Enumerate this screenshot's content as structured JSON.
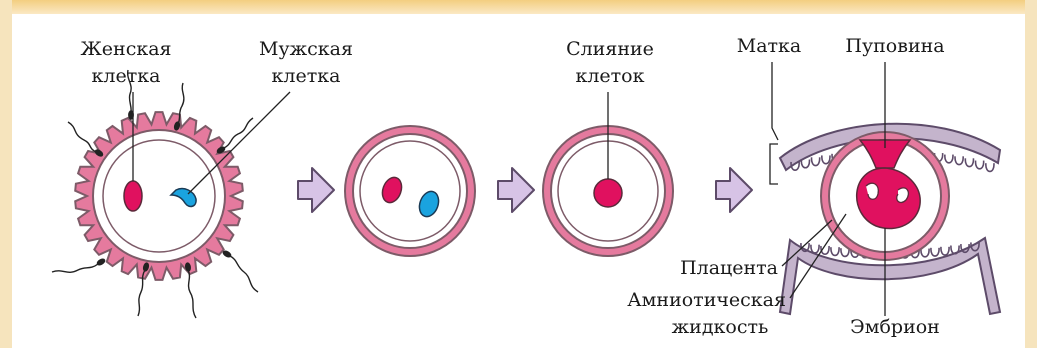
{
  "labels": {
    "female_cell": [
      "Женская",
      "клетка"
    ],
    "male_cell": [
      "Мужская",
      "клетка"
    ],
    "fusion": [
      "Слияние",
      "клеток"
    ],
    "uterus": "Матка",
    "umbilical_cord": "Пуповина",
    "placenta": "Плацента",
    "amniotic_fluid": [
      "Амниотическая",
      "жидкость"
    ],
    "embryo": "Эмбрион"
  },
  "colors": {
    "frame_top": "#f3ce80",
    "frame_side": "#f6e4bd",
    "membrane_pink": "#e57a9e",
    "membrane_dark": "#7d5b68",
    "nucleus_magenta": "#e0115f",
    "nucleus_blue": "#1aa3df",
    "arrow_fill": "#d7c3e6",
    "arrow_stroke": "#5d4b69",
    "uterus_fill": "#c4b4cc"
  },
  "icons": {
    "stage_arrow": "arrow-right-icon",
    "sperm": "sperm-icon"
  }
}
